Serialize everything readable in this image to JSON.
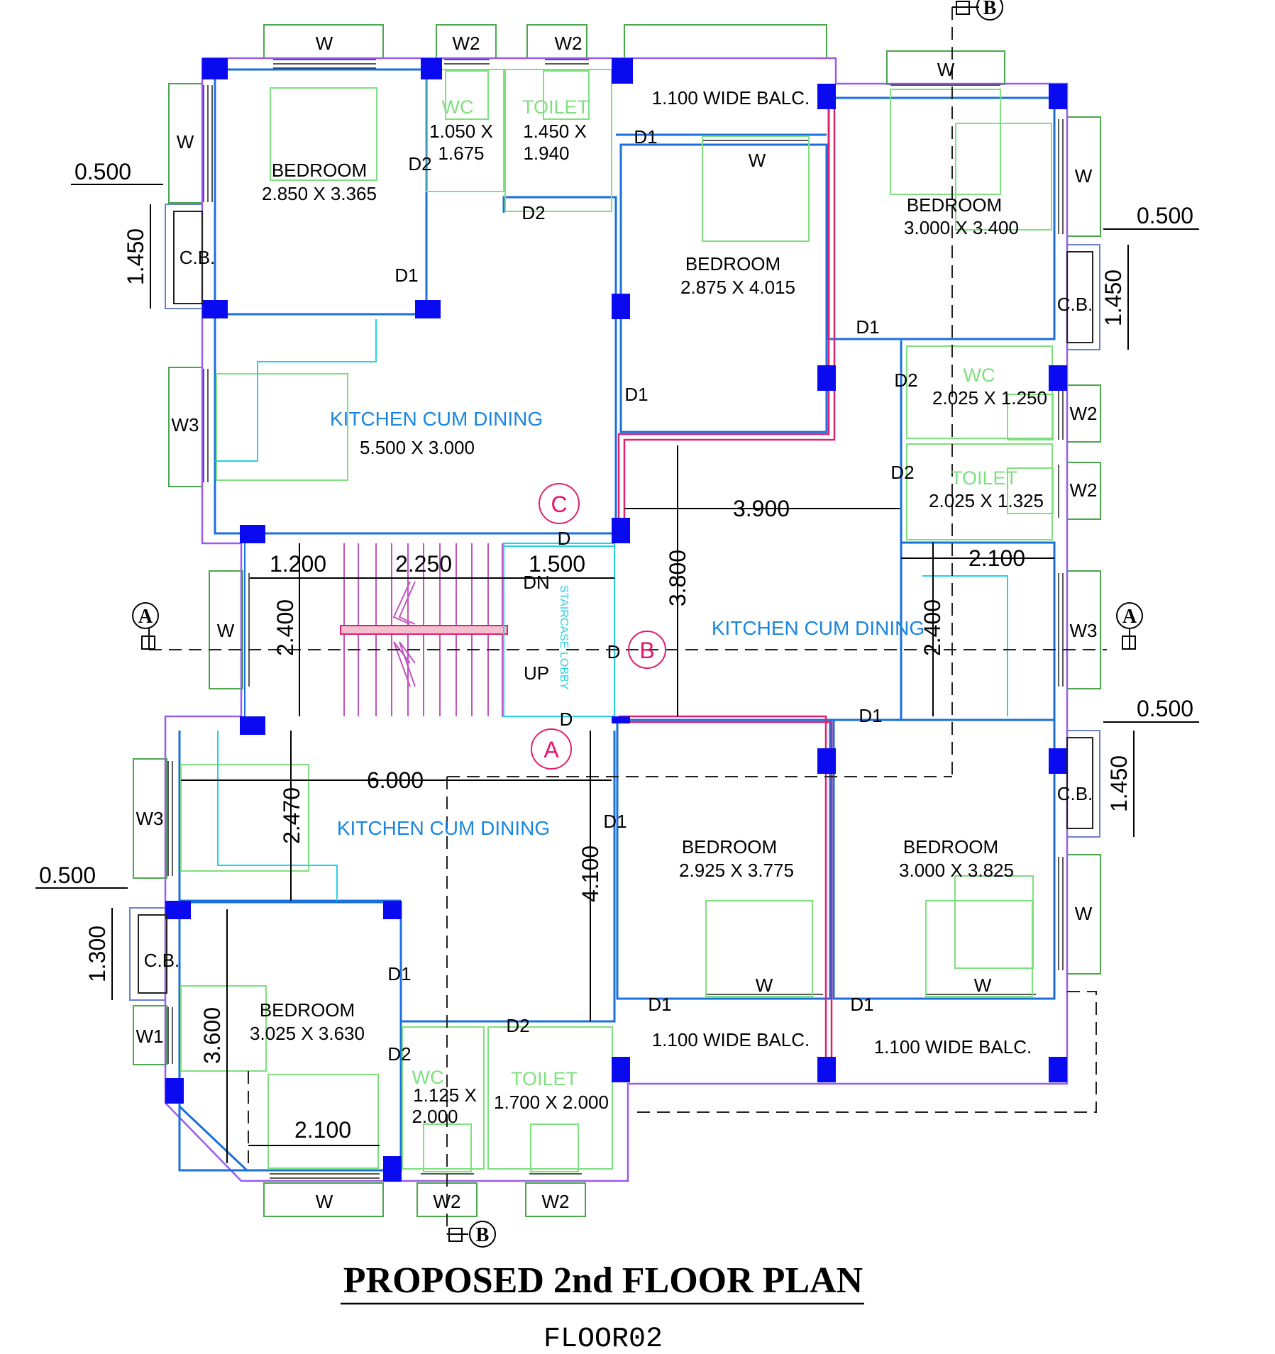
{
  "title": "PROPOSED 2nd FLOOR PLAN",
  "subtitle": "FLOOR02",
  "colors": {
    "outer_wall": "#9a5cf0",
    "inner_wall": "#1a6fe0",
    "column": "#0a0af0",
    "window": "#4aa84a",
    "furniture": "#7ee07e",
    "stair": "#c054c0",
    "red_wall": "#e0206e",
    "cyan": "#22d3e6"
  },
  "rooms": {
    "bed_tl": {
      "name": "BEDROOM",
      "size": "2.850 X 3.365"
    },
    "wc_t": {
      "name": "WC",
      "size1": "1.050 X",
      "size2": "1.675"
    },
    "toilet_t": {
      "name": "TOILET",
      "size1": "1.450 X",
      "size2": "1.940"
    },
    "bed_tm": {
      "name": "BEDROOM",
      "size": "2.875 X 4.015"
    },
    "bed_tr": {
      "name": "BEDROOM",
      "size": "3.000 X 3.400"
    },
    "wc_r": {
      "name": "WC",
      "size": "2.025 X 1.250"
    },
    "toilet_r": {
      "name": "TOILET",
      "size": "2.025 X 1.325"
    },
    "kit_tl": {
      "name": "KITCHEN CUM DINING",
      "size": "5.500 X 3.000"
    },
    "kit_r": {
      "name": "KITCHEN CUM DINING"
    },
    "kit_bl": {
      "name": "KITCHEN CUM DINING"
    },
    "bed_bm": {
      "name": "BEDROOM",
      "size": "2.925 X 3.775"
    },
    "bed_br": {
      "name": "BEDROOM",
      "size": "3.000 X 3.825"
    },
    "bed_bl": {
      "name": "BEDROOM",
      "size": "3.025 X 3.630"
    },
    "wc_b": {
      "name": "WC",
      "size1": "1.125 X",
      "size2": "2.000"
    },
    "toilet_b": {
      "name": "TOILET",
      "size": "1.700 X 2.000"
    },
    "stair_lobby": {
      "name": "STAIRCASE LOBBY"
    }
  },
  "balconies": [
    "1.100 WIDE BALC.",
    "1.100 WIDE BALC.",
    "1.100 WIDE BALC."
  ],
  "labels": {
    "W": "W",
    "W1": "W1",
    "W2": "W2",
    "W3": "W3",
    "D": "D",
    "D1": "D1",
    "D2": "D2",
    "CB": "C.B.",
    "DN": "DN",
    "UP": "UP"
  },
  "dimensions": {
    "d0500": "0.500",
    "d1450": "1.450",
    "d1300": "1.300",
    "d1200": "1.200",
    "d2250": "2.250",
    "d1500": "1.500",
    "d2400": "2.400",
    "d3800": "3.800",
    "d3900": "3.900",
    "d2100": "2.100",
    "d6000": "6.000",
    "d2470": "2.470",
    "d4100": "4.100",
    "d3600": "3.600"
  },
  "markers": {
    "A": "A",
    "B": "B",
    "C": "C"
  },
  "sections": {
    "A": "A",
    "B": "B"
  }
}
